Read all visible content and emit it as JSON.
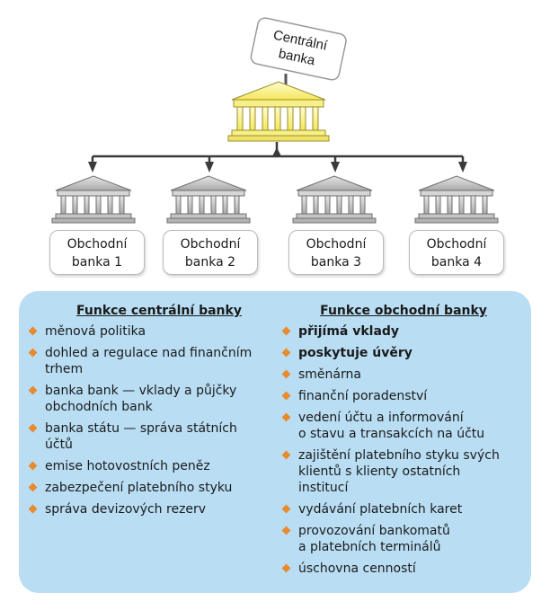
{
  "central_bank": {
    "label_line1": "Centrální",
    "label_line2": "banka"
  },
  "commercial_banks": [
    {
      "line1": "Obchodní",
      "line2": "banka 1"
    },
    {
      "line1": "Obchodní",
      "line2": "banka 2"
    },
    {
      "line1": "Obchodní",
      "line2": "banka 3"
    },
    {
      "line1": "Obchodní",
      "line2": "banka 4"
    }
  ],
  "colors": {
    "panel": "#b9def4",
    "bullet": "#e88a2e",
    "central_temple": "#fff6a0",
    "commercial_temple": "#c9c9c9"
  },
  "central_functions": {
    "heading": "Funkce centrální banky",
    "items": [
      [
        "měnová politika"
      ],
      [
        "dohled a regulace nad finančním",
        "trhem"
      ],
      [
        "banka bank — vklady a půjčky",
        "obchodních bank"
      ],
      [
        "banka státu — správa státních",
        "účtů"
      ],
      [
        "emise hotovostních peněz"
      ],
      [
        "zabezpečení platebního styku"
      ],
      [
        "správa devizových rezerv"
      ]
    ]
  },
  "commercial_functions": {
    "heading": "Funkce obchodní banky",
    "items": [
      {
        "lines": [
          "přijímá vklady"
        ],
        "bold": true
      },
      {
        "lines": [
          "poskytuje úvěry"
        ],
        "bold": true
      },
      {
        "lines": [
          "směnárna"
        ],
        "bold": false
      },
      {
        "lines": [
          "finanční poradenství"
        ],
        "bold": false
      },
      {
        "lines": [
          "vedení účtu a informování",
          "o stavu a transakcích na účtu"
        ],
        "bold": false
      },
      {
        "lines": [
          "zajištění platebního styku svých",
          "klientů s klienty ostatních",
          "institucí"
        ],
        "bold": false
      },
      {
        "lines": [
          "vydávání platebních karet"
        ],
        "bold": false
      },
      {
        "lines": [
          "provozování bankomatů",
          "a platebních terminálů"
        ],
        "bold": false
      },
      {
        "lines": [
          "úschovna cenností"
        ],
        "bold": false
      }
    ]
  }
}
